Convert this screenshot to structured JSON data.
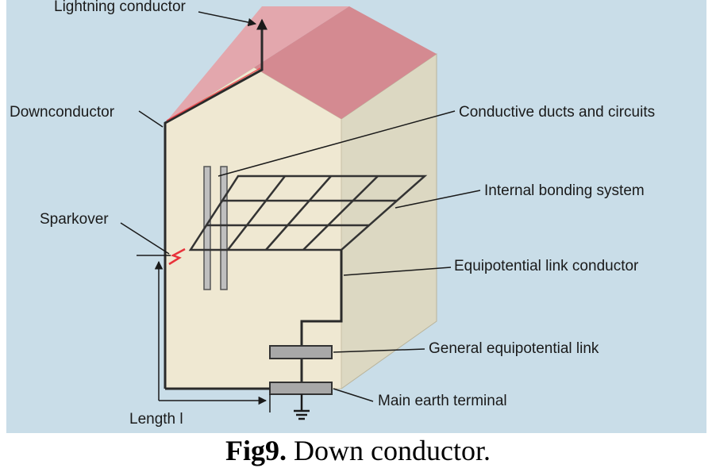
{
  "labels": {
    "lightning_conductor": "Lightning conductor",
    "downconductor": "Downconductor",
    "conductive_ducts": "Conductive ducts and circuits",
    "internal_bonding": "Internal bonding system",
    "sparkover": "Sparkover",
    "equipotential_link_conductor": "Equipotential link conductor",
    "general_equipotential_link": "General equipotential link",
    "main_earth_terminal": "Main earth terminal",
    "length": "Length l"
  },
  "caption": {
    "number": "Fig9.",
    "text": "Down conductor."
  },
  "colors": {
    "background": "#c9dde8",
    "wall_front": "#efe8d2",
    "wall_side": "#dcd8c2",
    "roof_front": "#e3a7ad",
    "roof_side": "#d48a91",
    "conductor": "#2a2a2a",
    "spark": "#e8323a",
    "link_bar": "#a8a8a8"
  }
}
